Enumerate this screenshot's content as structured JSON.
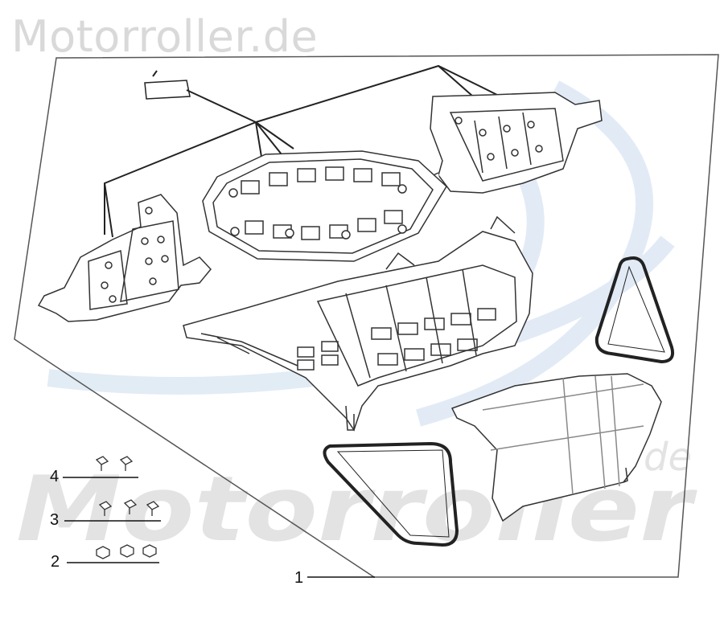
{
  "watermark": {
    "top_text": "Motorroller.de",
    "bottom_text": "Motorroller",
    "bottom_suffix": "de",
    "color": "#d9d9d9",
    "swirl_color": "#dbe7f3"
  },
  "callouts": [
    {
      "label": "1",
      "part": "rear-light-assembly"
    },
    {
      "label": "2",
      "part": "nut-set"
    },
    {
      "label": "3",
      "part": "screw-set"
    },
    {
      "label": "4",
      "part": "screw-set"
    }
  ],
  "colors": {
    "line": "#2a2a2a",
    "frame": "#555555"
  }
}
